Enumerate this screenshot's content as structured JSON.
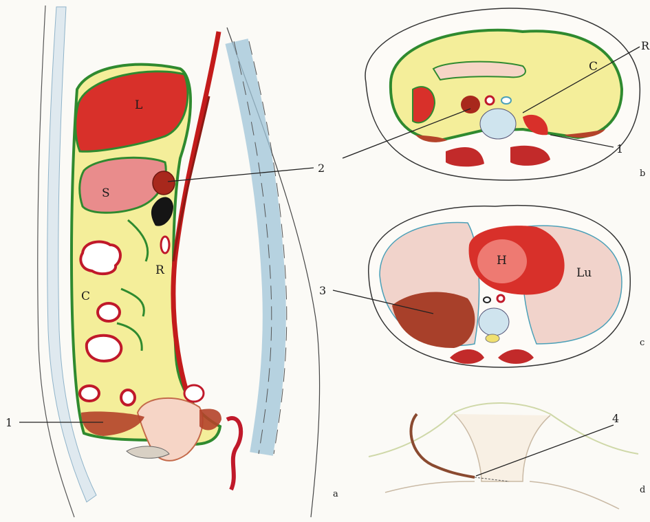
{
  "labels": {
    "liver": "L",
    "stomach": "S",
    "retroperitoneum": "R",
    "colon": "C",
    "heart": "H",
    "lung": "Lu"
  },
  "callouts": {
    "one": "1",
    "two": "2",
    "three": "3",
    "four": "4"
  },
  "panels": {
    "a": "a",
    "b": "b",
    "c": "c",
    "d": "d"
  },
  "colors": {
    "organ_red": "#d8302a",
    "dark_red": "#a8281c",
    "effusion_brown": "#b4432a",
    "peritoneal_yellow": "#f4ee9a",
    "peritoneum_green": "#2f8a2f",
    "lung_pink": "#f1d3cb",
    "vertebra_blue": "#cfe4ee",
    "background": "#fbfaf6"
  }
}
